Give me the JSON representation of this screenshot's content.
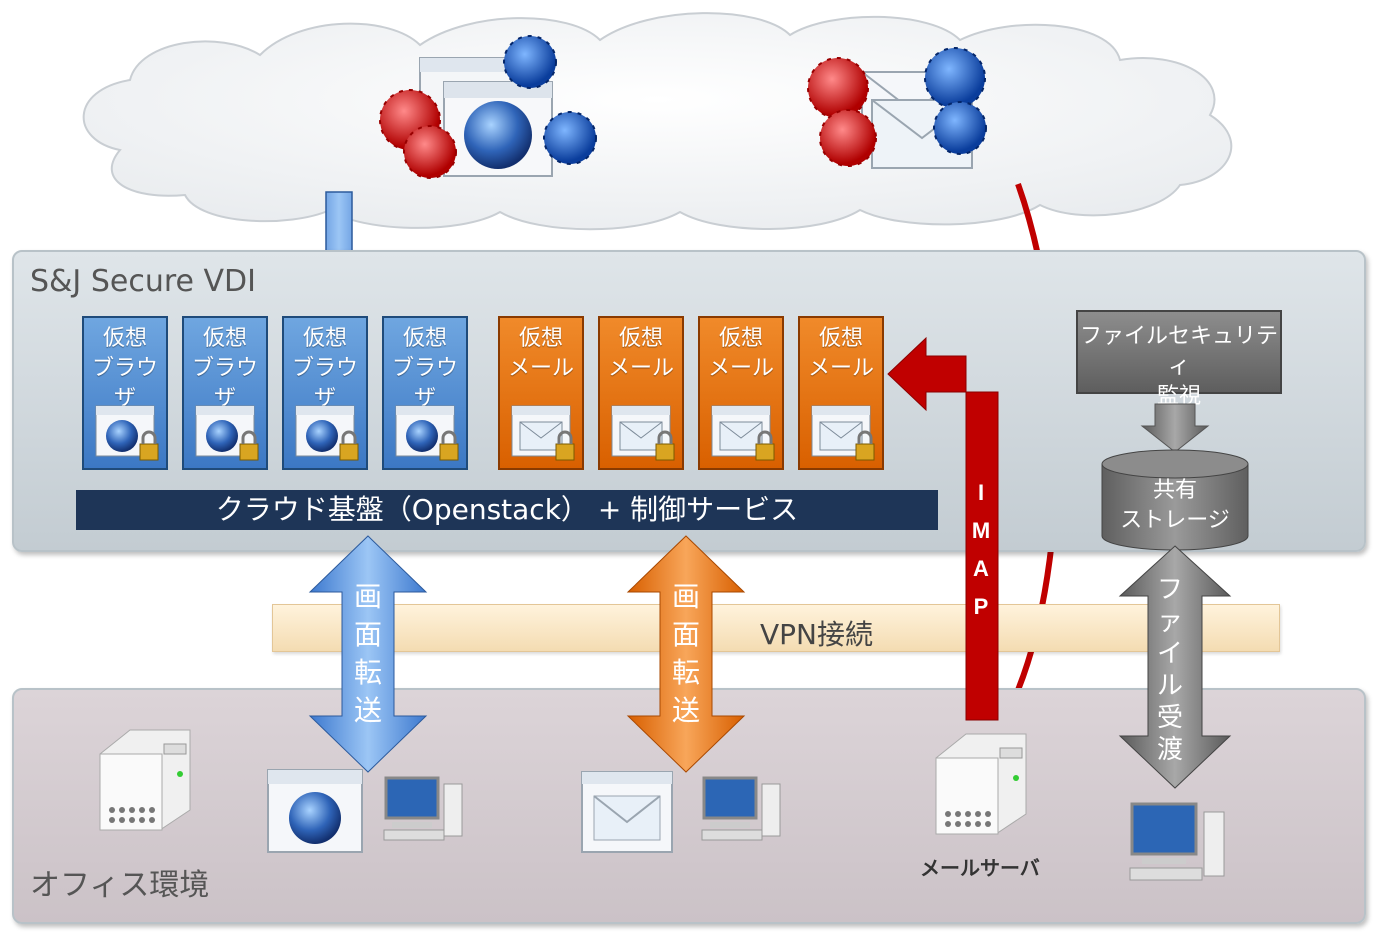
{
  "vdi_panel": {
    "title": "S&J Secure VDI"
  },
  "office_panel": {
    "title": "オフィス環境"
  },
  "virtual_browsers": [
    {
      "label": "仮想\nブラウザ"
    },
    {
      "label": "仮想\nブラウザ"
    },
    {
      "label": "仮想\nブラウザ"
    },
    {
      "label": "仮想\nブラウザ"
    }
  ],
  "virtual_mails": [
    {
      "label": "仮想\nメール"
    },
    {
      "label": "仮想\nメール"
    },
    {
      "label": "仮想\nメール"
    },
    {
      "label": "仮想\nメール"
    }
  ],
  "platform_bar": {
    "label": "クラウド基盤（Openstack） + 制御サービス"
  },
  "file_monitor": {
    "label": "ファイルセキュリティ\n監視"
  },
  "shared_storage": {
    "label": "共有\nストレージ"
  },
  "vpn": {
    "label": "VPN接続"
  },
  "screen_transfer_1": {
    "label": "画\n面\n転\n送"
  },
  "screen_transfer_2": {
    "label": "画\n面\n転\n送"
  },
  "imap": {
    "label": "I\nM\nA\nP"
  },
  "file_transfer": {
    "label": "ファ\nイル\n受\n渡"
  },
  "mail_server": {
    "label": "メールサーバ"
  },
  "colors": {
    "browser_blue": "#3c78c4",
    "mail_orange": "#e46c0a",
    "imap_red": "#c00000",
    "platform_navy": "#1e3557",
    "storage_gray": "#6e6e6e"
  }
}
